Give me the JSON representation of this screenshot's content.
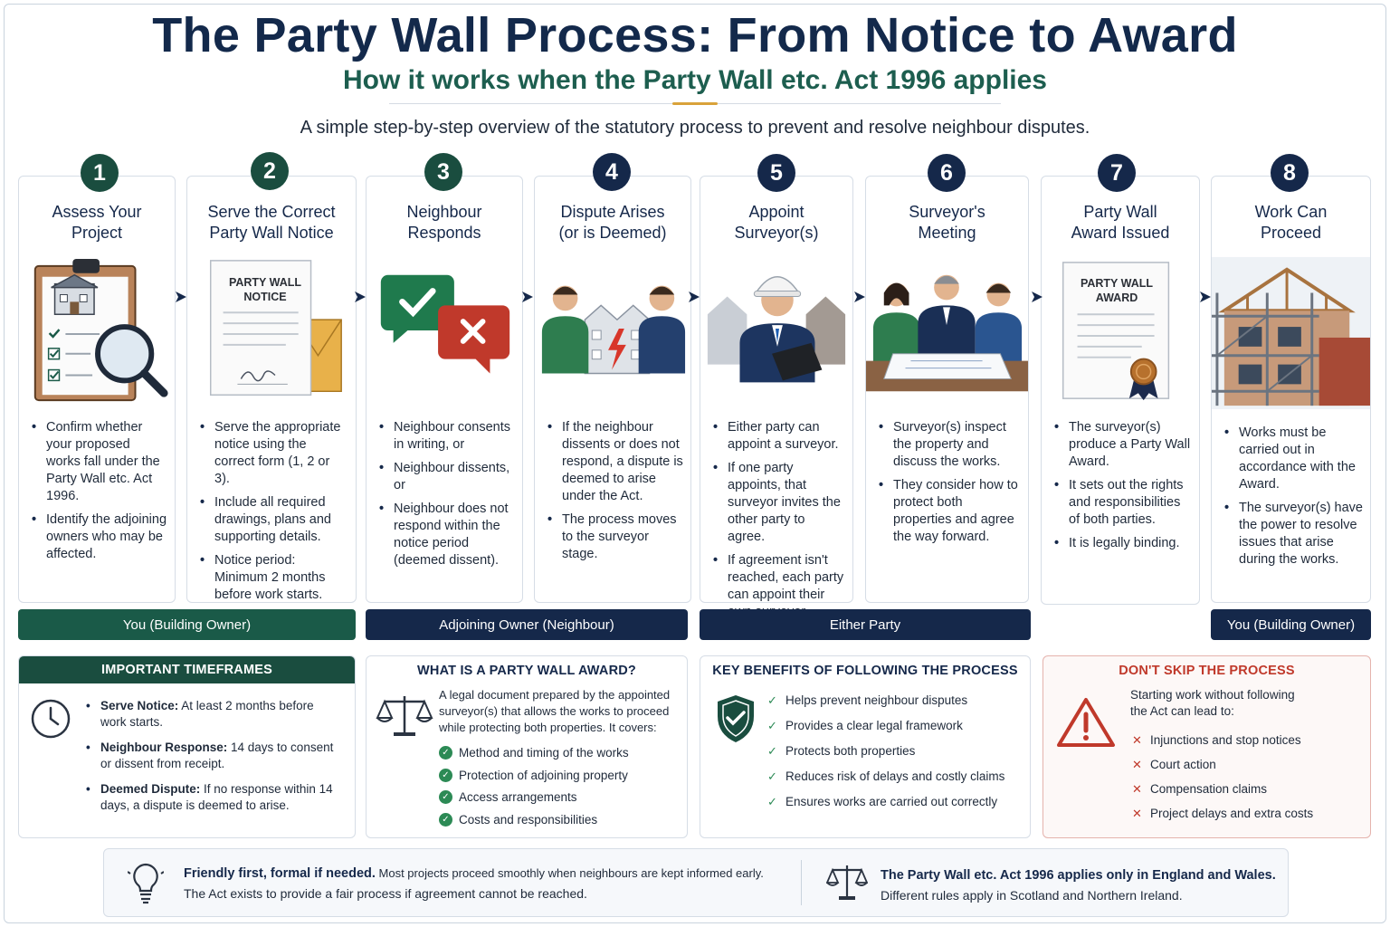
{
  "header": {
    "title": "The Party Wall Process: From Notice to Award",
    "subtitle": "How it works when the Party Wall etc. Act 1996 applies",
    "intro": "A simple step-by-step overview of the statutory process to prevent and resolve neighbour disputes."
  },
  "steps": [
    {
      "num": "1",
      "title1": "Assess Your",
      "title2": "Project",
      "bullets": [
        "Confirm whether your proposed works fall under the Party Wall etc. Act 1996.",
        "Identify the adjoining owners who may be affected."
      ]
    },
    {
      "num": "2",
      "title1": "Serve the Correct",
      "title2": "Party Wall Notice",
      "doc_label1": "PARTY WALL",
      "doc_label2": "NOTICE",
      "bullets": [
        "Serve the appropriate notice using the correct form (1, 2 or 3).",
        "Include all required drawings, plans and supporting details.",
        "Notice period: Minimum 2 months before work starts."
      ]
    },
    {
      "num": "3",
      "title1": "Neighbour",
      "title2": "Responds",
      "bullets": [
        "Neighbour consents in writing, or",
        "Neighbour dissents, or",
        "Neighbour does not respond within the notice period (deemed dissent)."
      ]
    },
    {
      "num": "4",
      "title1": "Dispute Arises",
      "title2": "(or is Deemed)",
      "bullets": [
        "If the neighbour dissents or does not respond, a dispute is deemed to arise under the Act.",
        "The process moves to the surveyor stage."
      ]
    },
    {
      "num": "5",
      "title1": "Appoint",
      "title2": "Surveyor(s)",
      "bullets": [
        "Either party can appoint a surveyor.",
        "If one party appoints, that surveyor invites the other party to agree.",
        "If agreement isn't reached, each party can appoint their own surveyor."
      ]
    },
    {
      "num": "6",
      "title1": "Surveyor's",
      "title2": "Meeting",
      "bullets": [
        "Surveyor(s) inspect the property and discuss the works.",
        "They consider how to protect both properties and agree the way forward."
      ]
    },
    {
      "num": "7",
      "title1": "Party Wall",
      "title2": "Award Issued",
      "doc_label1": "PARTY WALL",
      "doc_label2": "AWARD",
      "bullets": [
        "The surveyor(s) produce a Party Wall Award.",
        "It sets out the rights and responsibilities of both parties.",
        "It is legally binding."
      ]
    },
    {
      "num": "8",
      "title1": "Work Can",
      "title2": "Proceed",
      "bullets": [
        "Works must be carried out in accordance with the Award.",
        "The surveyor(s) have the power to resolve issues that arise during the works."
      ]
    }
  ],
  "roles": {
    "building_owner": "You (Building Owner)",
    "adjoining_owner": "Adjoining Owner (Neighbour)",
    "either_party": "Either Party",
    "building_owner_end": "You (Building Owner)"
  },
  "panels": {
    "timeframes": {
      "title": "IMPORTANT TIMEFRAMES",
      "items": [
        {
          "label": "Serve Notice:",
          "text": " At least 2 months before work starts."
        },
        {
          "label": "Neighbour Response:",
          "text": " 14 days to consent or dissent from receipt."
        },
        {
          "label": "Deemed Dispute:",
          "text": " If no response within 14 days, a dispute is deemed to arise."
        }
      ]
    },
    "award": {
      "title": "WHAT IS A PARTY WALL AWARD?",
      "intro": "A legal document prepared by the appointed surveyor(s) that allows the works to proceed while protecting both properties. It covers:",
      "items": [
        "Method and timing of the works",
        "Protection of adjoining property",
        "Access arrangements",
        "Costs and responsibilities"
      ]
    },
    "benefits": {
      "title": "KEY BENEFITS OF FOLLOWING THE PROCESS",
      "items": [
        "Helps prevent neighbour disputes",
        "Provides a clear legal framework",
        "Protects both properties",
        "Reduces risk of delays and costly claims",
        "Ensures works are carried out correctly"
      ]
    },
    "dont_skip": {
      "title": "DON'T SKIP THE PROCESS",
      "intro": "Starting work without following the Act can lead to:",
      "items": [
        "Injunctions and stop notices",
        "Court action",
        "Compensation claims",
        "Project delays and extra costs"
      ]
    }
  },
  "footer": {
    "left_strong": "Friendly first, formal if needed.",
    "left_rest": " Most projects proceed smoothly when neighbours are kept informed early.",
    "left_line2": "The Act exists to provide a fair process if agreement cannot be reached.",
    "right_strong": "The Party Wall etc. Act 1996 applies only in England and Wales.",
    "right_line2": "Different rules apply in Scotland and Northern Ireland."
  },
  "colors": {
    "navy": "#15284a",
    "green": "#1a4d3f",
    "accent": "#d9a23a",
    "red": "#c0392b"
  }
}
